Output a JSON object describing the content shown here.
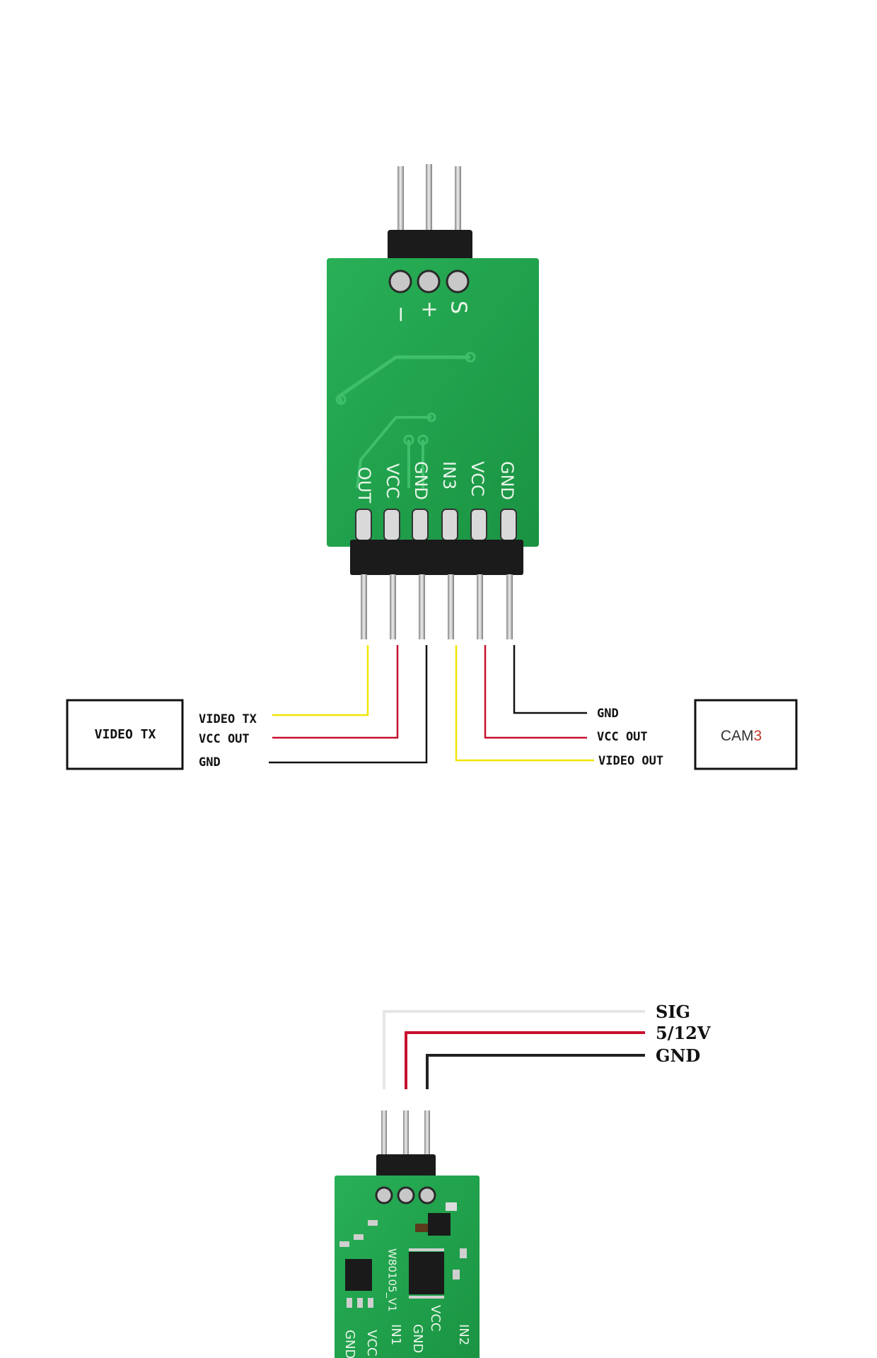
{
  "top_diagram": {
    "board": {
      "top_pads": [
        "−",
        "+",
        "S"
      ],
      "pin_labels": [
        "OUT",
        "VCC",
        "GND",
        "IN3",
        "VCC",
        "GND"
      ]
    },
    "left_box": {
      "label": "VIDEO TX",
      "wires": [
        "VIDEO TX",
        "VCC OUT",
        "GND"
      ]
    },
    "right_box": {
      "label_main": "CAM",
      "label_num": "3",
      "wires": [
        "GND",
        "VCC OUT",
        "VIDEO OUT"
      ]
    }
  },
  "bottom_diagram": {
    "wires": [
      "SIG",
      "5/12V",
      "GND"
    ],
    "board": {
      "part_label": "W80105_V1",
      "pin_labels": [
        "GND",
        "VCC",
        "IN1",
        "GND",
        "VCC",
        "IN2"
      ]
    }
  },
  "colors": {
    "pcb_green": "#1fa24a",
    "wire_yellow": "#f2e600",
    "wire_red": "#c8102e",
    "wire_black": "#111111",
    "cam_number_red": "#c0392b"
  }
}
